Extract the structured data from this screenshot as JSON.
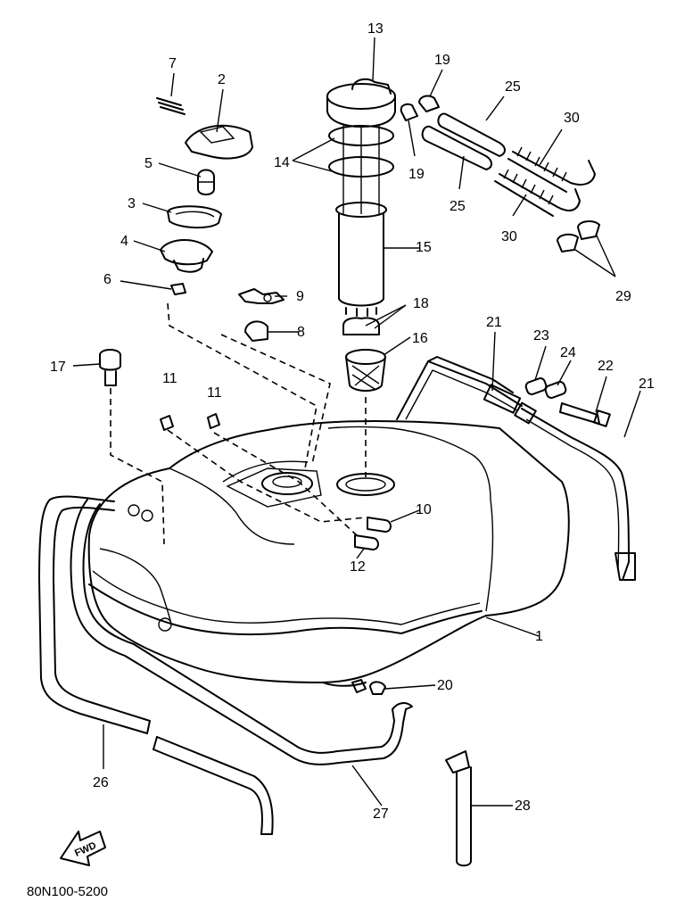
{
  "diagram": {
    "callouts": [
      "1",
      "2",
      "3",
      "4",
      "5",
      "6",
      "7",
      "8",
      "9",
      "10",
      "11",
      "11",
      "12",
      "13",
      "14",
      "15",
      "16",
      "17",
      "18",
      "19",
      "19",
      "20",
      "21",
      "21",
      "22",
      "23",
      "24",
      "25",
      "25",
      "26",
      "27",
      "28",
      "29",
      "30",
      "30"
    ],
    "fwd_label": "FWD",
    "part_code": "80N100-5200"
  }
}
